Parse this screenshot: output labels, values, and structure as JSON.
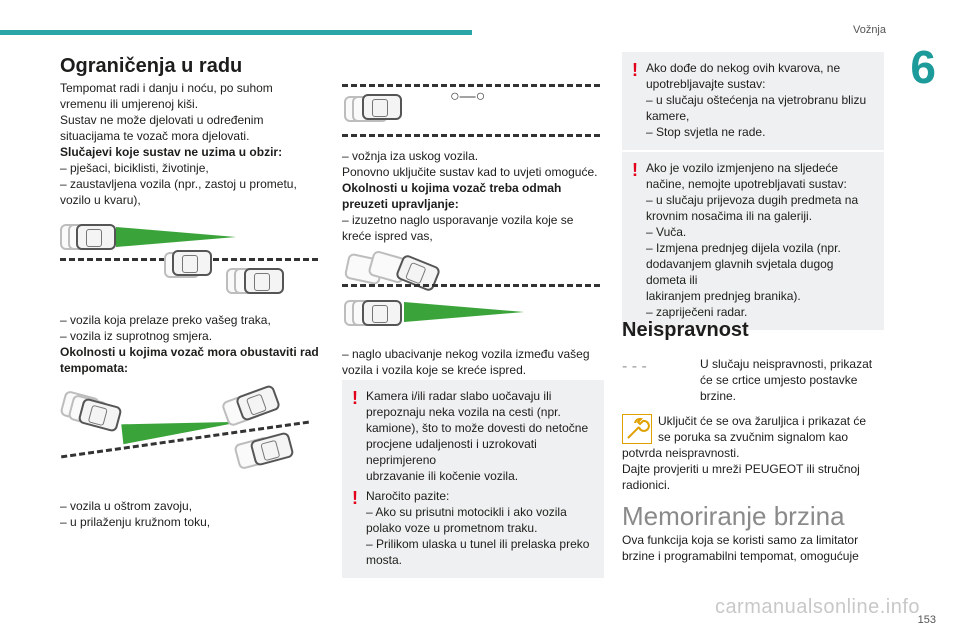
{
  "header": {
    "section": "Vožnja",
    "chapter": "6"
  },
  "col1": {
    "title": "Ograničenja u radu",
    "intro": [
      "Tempomat radi i danju i noću, po suhom",
      "vremenu ili umjerenoj kiši.",
      "Sustav ne može djelovati u određenim",
      "situacijama te vozač mora djelovati."
    ],
    "cases_heading": "Slučajevi koje sustav ne uzima u obzir:",
    "cases": [
      "– pješaci, biciklisti, životinje,",
      "– zaustavljena vozila (npr., zastoj u prometu,",
      "vozilo u kvaru),"
    ],
    "cases2": [
      "– vozila koja prelaze preko vašeg traka,",
      "– vozila iz suprotnog smjera."
    ],
    "stop_heading": [
      "Okolnosti u kojima vozač mora obustaviti rad",
      "tempomata:"
    ],
    "stop_cases": [
      "– vozila u oštrom zavoju,",
      "– u prilaženju kružnom toku,"
    ]
  },
  "col2": {
    "text1": [
      "– vožnja iza uskog vozila.",
      "Ponovno uključite sustav kad to uvjeti omoguće."
    ],
    "manage_heading": [
      "Okolnosti u kojima vozač treba odmah",
      "preuzeti upravljanje:"
    ],
    "manage_cases": [
      "– izuzetno naglo usporavanje vozila koje se",
      "kreće ispred vas,"
    ],
    "text2": [
      "– naglo ubacivanje nekog vozila između vašeg",
      "vozila i vozila koje se kreće ispred."
    ],
    "warn1": [
      "Kamera i/ili radar slabo uočavaju ili",
      "prepoznaju neka vozila na cesti (npr.",
      "kamione), što to može dovesti do netočne",
      "procjene udaljenosti i uzrokovati neprimjereno",
      "ubrzavanje ili kočenje vozila."
    ],
    "warn2": [
      "Naročito pazite:",
      "– Ako su prisutni motocikli i ako vozila",
      "polako voze u prometnom traku.",
      "– Prilikom ulaska u tunel ili prelaska preko",
      "mosta."
    ]
  },
  "col3": {
    "warn1": [
      "Ako dođe do nekog ovih kvarova, ne",
      "upotrebljavajte sustav:",
      "– u slučaju oštećenja na vjetrobranu blizu",
      "kamere,",
      "– Stop svjetla ne rade."
    ],
    "warn2": [
      "Ako je vozilo izmjenjeno na sljedeće",
      "načine, nemojte upotrebljavati sustav:",
      "– u slučaju prijevoza dugih predmeta na",
      "krovnim nosačima ili na galeriji.",
      "– Vuča.",
      "– Izmjena prednjeg dijela vozila (npr.",
      "dodavanjem glavnih svjetala dugog dometa ili",
      "lakiranjem prednjeg branika).",
      "– zapriječeni radar."
    ],
    "fault_title": "Neispravnost",
    "fault1": [
      "U slučaju neispravnosti, prikazat",
      "će se crtice umjesto postavke",
      "brzine."
    ],
    "fault2": [
      "Uključit će se ova žaruljica i prikazat će",
      "se poruka sa zvučnim signalom kao",
      "potvrda neispravnosti.",
      "Dajte provjeriti u mreži PEUGEOT ili stručnoj",
      "radionici."
    ],
    "mem_title": "Memoriranje brzina",
    "mem_text": [
      "Ova funkcija koja se koristi samo za limitator",
      "brzine i programabilni tempomat, omogućuje"
    ]
  },
  "footer": {
    "page": "153",
    "watermark": "carmanualsonline.info"
  },
  "icons": {
    "warning": "!",
    "speed_display": "- - -",
    "wrench": "wrench-icon"
  },
  "colors": {
    "accent": "#1d9a9a",
    "warning": "#e3001b",
    "beam": "#3aa43a"
  }
}
